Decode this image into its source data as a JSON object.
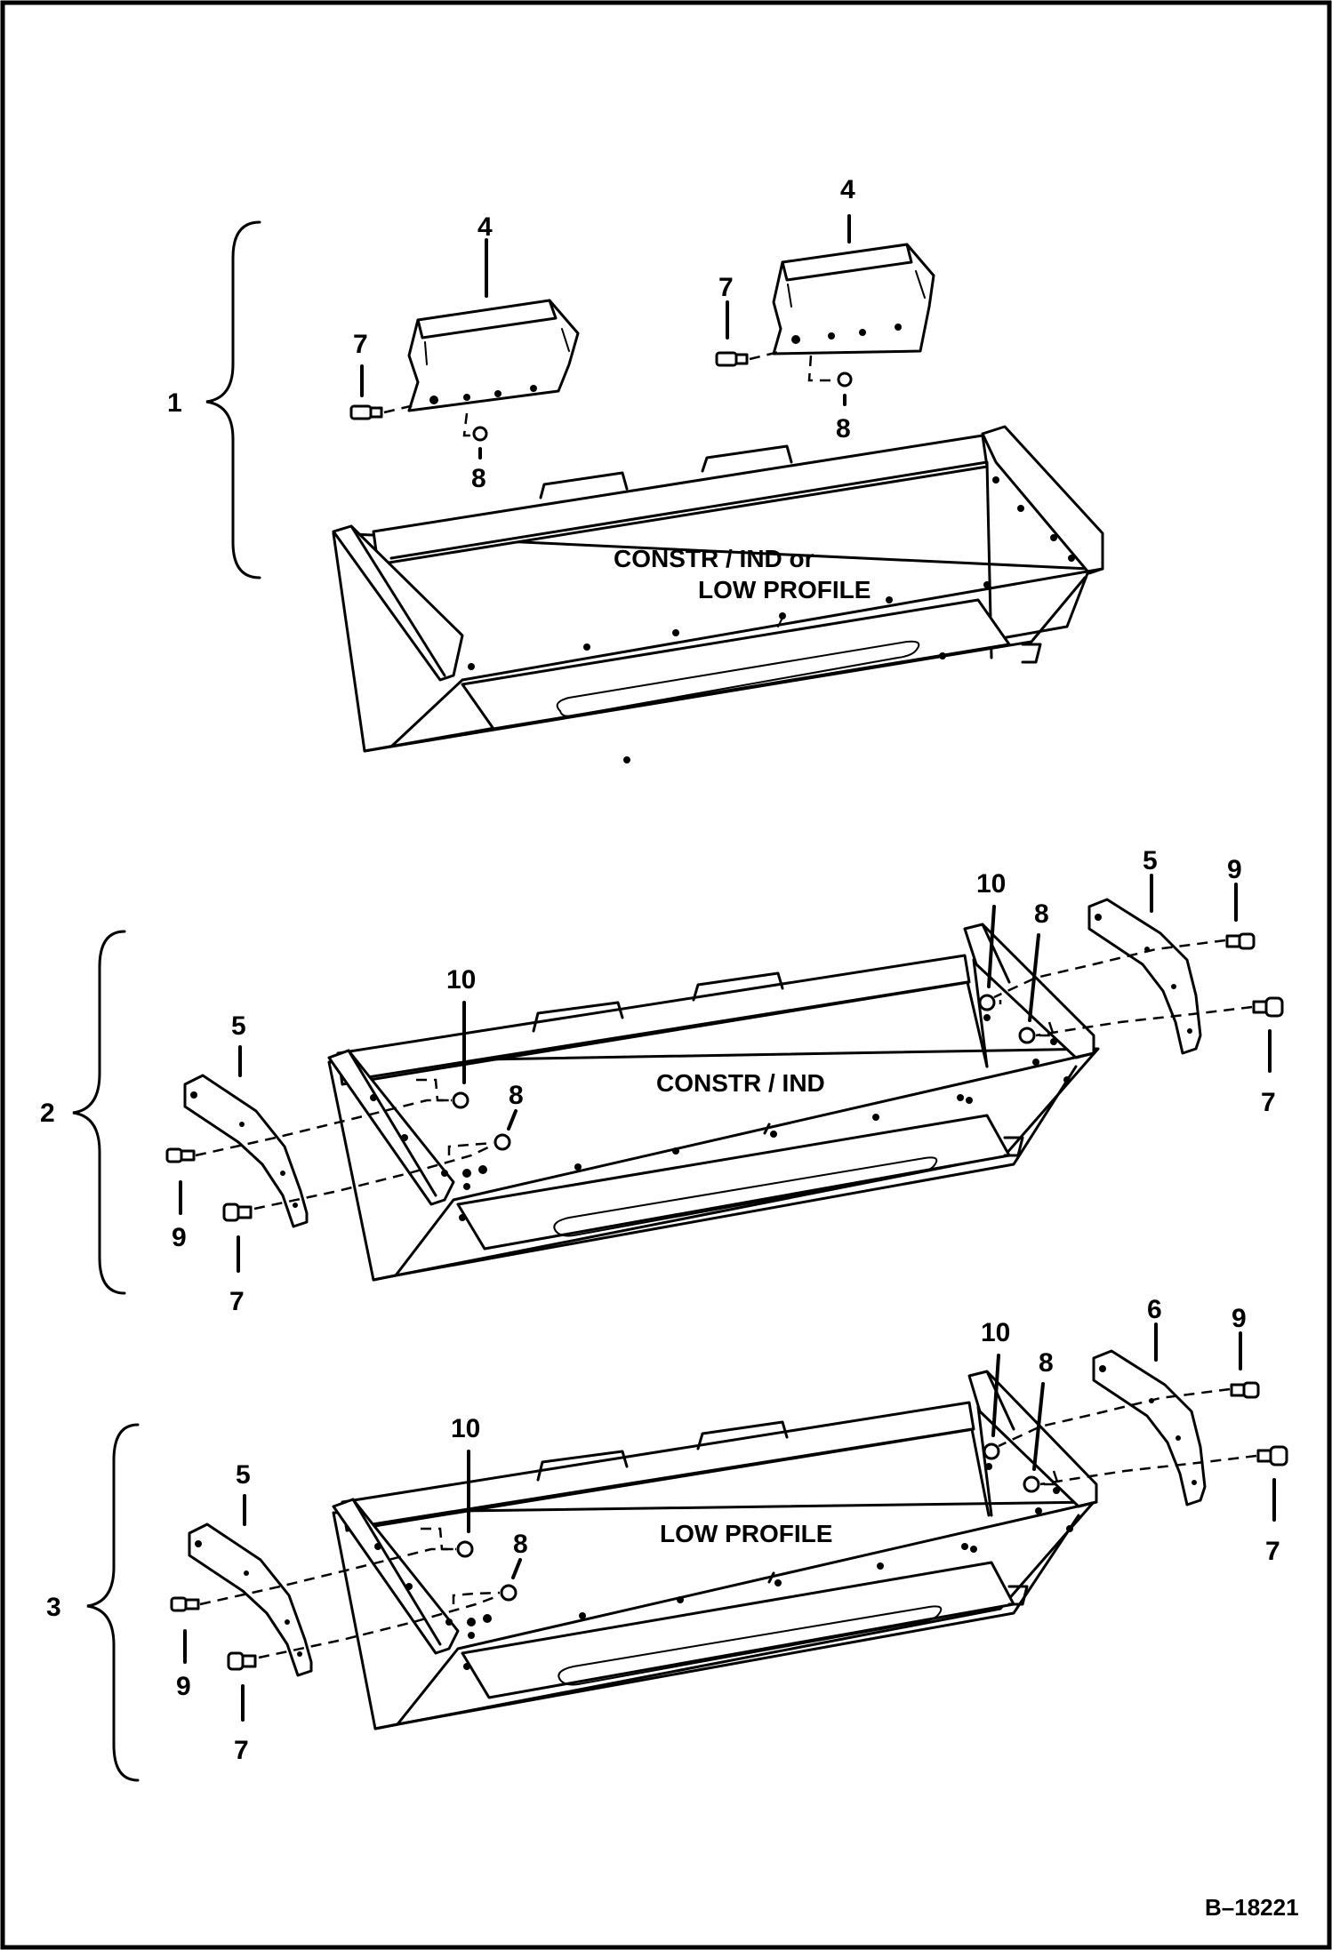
{
  "figure_id": "B–18221",
  "callouts": {
    "assembly_1": "1",
    "assembly_2": "2",
    "assembly_3": "3",
    "part_4": "4",
    "part_5": "5",
    "part_6": "6",
    "part_7": "7",
    "part_8": "8",
    "part_9": "9",
    "part_10": "10"
  },
  "captions": {
    "bucket_1_line1": "CONSTR / IND or",
    "bucket_1_line2": "LOW PROFILE",
    "bucket_2": "CONSTR / IND",
    "bucket_3": "LOW PROFILE"
  }
}
